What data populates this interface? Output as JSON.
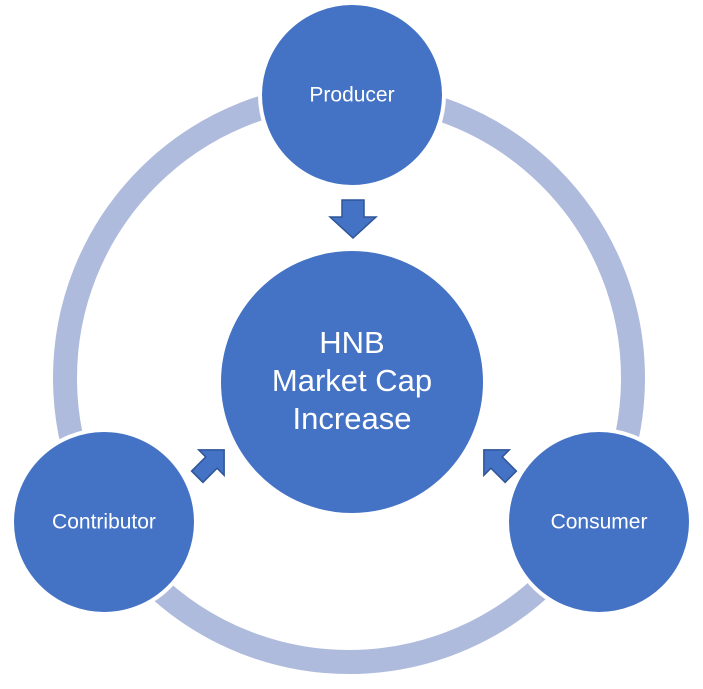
{
  "colors": {
    "node_fill": "#4472c4",
    "node_stroke": "#ffffff",
    "ring": "#aebbdd",
    "arrow_fill": "#4472c4",
    "arrow_stroke": "#2f5597",
    "text": "#ffffff"
  },
  "center": {
    "lines": [
      "HNB",
      "Market Cap",
      "Increase"
    ]
  },
  "nodes": {
    "producer": {
      "label": "Producer"
    },
    "contributor": {
      "label": "Contributor"
    },
    "consumer": {
      "label": "Consumer"
    }
  }
}
